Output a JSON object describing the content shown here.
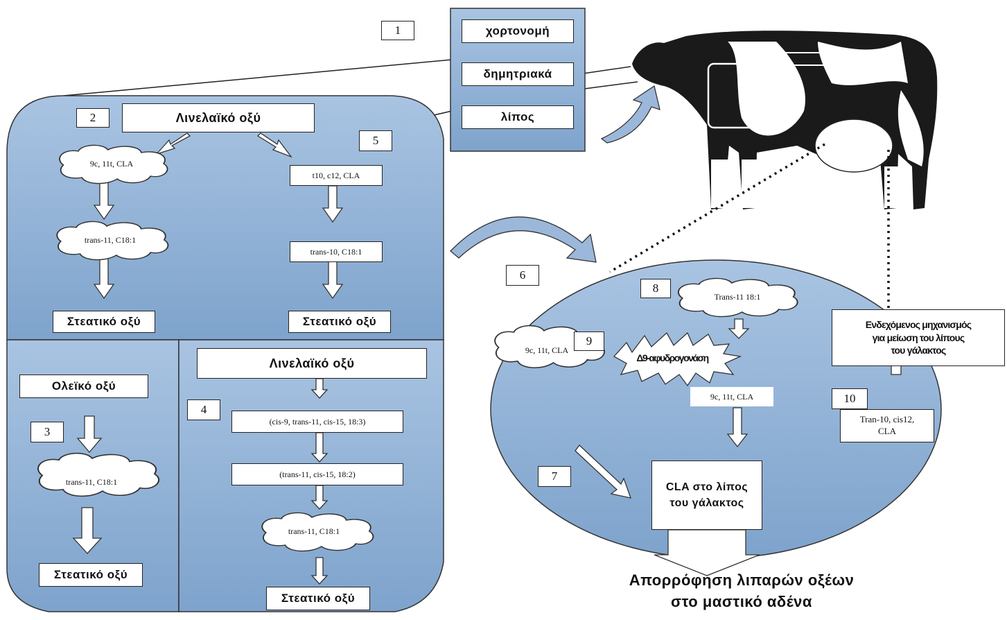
{
  "feed": {
    "forage": "χορτονομή",
    "grains": "δημητριακά",
    "fat": "λίπος",
    "step": "1"
  },
  "rumen": {
    "top": {
      "step2": "2",
      "step5": "5",
      "linoleic": "Λινελαϊκό οξύ",
      "left_chain": [
        "9c, 11t, CLA",
        "trans-11, C18:1"
      ],
      "right_chain": [
        "t10, c12, CLA",
        "trans-10, C18:1"
      ],
      "stearic_left": "Στεατικό οξύ",
      "stearic_right": "Στεατικό οξύ"
    },
    "bottom_left": {
      "step": "3",
      "oleic": "Ολεϊκό οξύ",
      "intermediate": "trans-11, C18:1",
      "stearic": "Στεατικό οξύ"
    },
    "bottom_right": {
      "step": "4",
      "linoleic": "Λινελαϊκό οξύ",
      "chain": [
        "(cis-9, trans-11, cis-15, 18:3)",
        "(trans-11, cis-15, 18:2)",
        "trans-11, C18:1"
      ],
      "stearic": "Στεατικό οξύ"
    }
  },
  "gland": {
    "step6": "6",
    "step7": "7",
    "step8": "8",
    "step9": "9",
    "step10": "10",
    "trans11": "Trans-11 18:1",
    "desaturase": "Δ9-αφυδρογονάση",
    "cla_cloud": "9c, 11t, CLA",
    "cla_box": "9c, 11t, CLA",
    "milk_fat_cla": "CLA στο λίπος\nτου γάλακτος",
    "tran10": "Tran-10, cis12,\nCLA",
    "mechanism": "Ενδεχόμενος μηχανισμός\nγια μείωση του λίπους\nτου γάλακτος"
  },
  "caption": "Απορρόφηση λιπαρών οξέων\nστο μαστικό αδένα"
}
